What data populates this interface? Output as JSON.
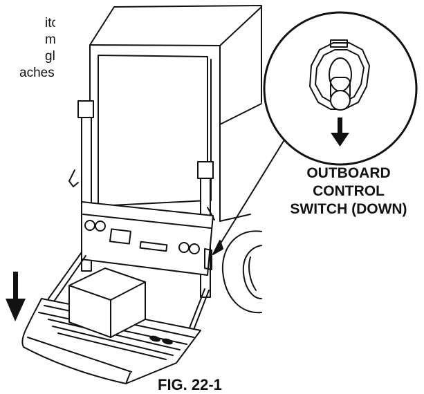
{
  "instruction_text": {
    "lines": [
      "itch",
      "m",
      "gle",
      "aches"
    ]
  },
  "callout_label": {
    "line1": "OUTBOARD",
    "line2": "CONTROL",
    "line3": "SWITCH (DOWN)"
  },
  "figure_caption": "FIG. 22-1",
  "icons": [
    "down-arrow-icon",
    "toggle-switch-icon"
  ],
  "colors": {
    "line": "#111111",
    "background": "#ffffff"
  }
}
